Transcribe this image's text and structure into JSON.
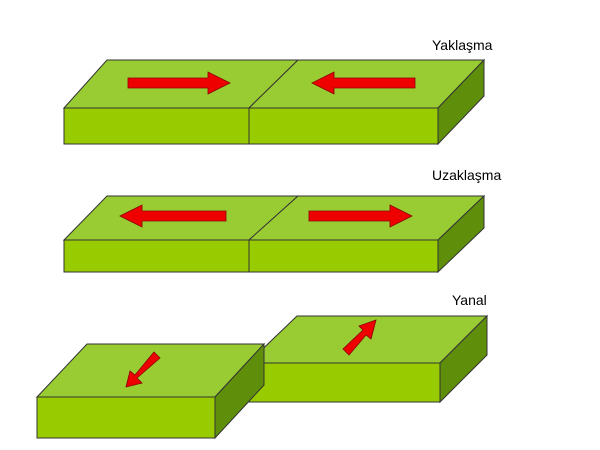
{
  "colors": {
    "block_top": "#99cc33",
    "block_front": "#99cc00",
    "block_side": "#5f8f0a",
    "arrow": "#ee0000"
  },
  "diagrams": [
    {
      "label": "Yaklaşma",
      "arrows": [
        "right",
        "left"
      ]
    },
    {
      "label": "Uzaklaşma",
      "arrows": [
        "left",
        "right"
      ]
    },
    {
      "label": "Yanal",
      "arrows": [
        "down-left",
        "up-right"
      ]
    }
  ]
}
